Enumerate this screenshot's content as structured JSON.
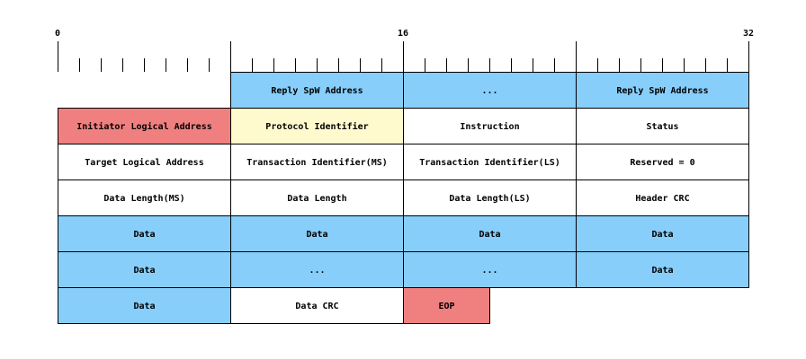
{
  "colors": {
    "blue": "#87cefa",
    "red": "#f08080",
    "yellow": "#fffacd",
    "white": "#ffffff",
    "line": "#000000"
  },
  "ruler": {
    "total_bits": 32,
    "labels": [
      {
        "bit": 0,
        "text": "0"
      },
      {
        "bit": 16,
        "text": "16"
      },
      {
        "bit": 32,
        "text": "32"
      }
    ]
  },
  "rows": [
    [
      {
        "bits": 8,
        "text": "",
        "color": "none",
        "name": "blank-cell"
      },
      {
        "bits": 8,
        "text": "Reply SpW Address",
        "color": "blue",
        "name": "reply-spw-address-cell"
      },
      {
        "bits": 8,
        "text": "...",
        "color": "blue",
        "name": "ellipsis-cell"
      },
      {
        "bits": 8,
        "text": "Reply SpW Address",
        "color": "blue",
        "name": "reply-spw-address-cell"
      }
    ],
    [
      {
        "bits": 8,
        "text": "Initiator Logical Address",
        "color": "red",
        "name": "initiator-logical-address-cell"
      },
      {
        "bits": 8,
        "text": "Protocol Identifier",
        "color": "yellow",
        "name": "protocol-identifier-cell"
      },
      {
        "bits": 8,
        "text": "Instruction",
        "color": "white",
        "name": "instruction-cell"
      },
      {
        "bits": 8,
        "text": "Status",
        "color": "white",
        "name": "status-cell"
      }
    ],
    [
      {
        "bits": 8,
        "text": "Target Logical Address",
        "color": "white",
        "name": "target-logical-address-cell"
      },
      {
        "bits": 8,
        "text": "Transaction Identifier(MS)",
        "color": "white",
        "name": "transaction-identifier-ms-cell"
      },
      {
        "bits": 8,
        "text": "Transaction Identifier(LS)",
        "color": "white",
        "name": "transaction-identifier-ls-cell"
      },
      {
        "bits": 8,
        "text": "Reserved = 0",
        "color": "white",
        "name": "reserved-cell"
      }
    ],
    [
      {
        "bits": 8,
        "text": "Data Length(MS)",
        "color": "white",
        "name": "data-length-ms-cell"
      },
      {
        "bits": 8,
        "text": "Data Length",
        "color": "white",
        "name": "data-length-cell"
      },
      {
        "bits": 8,
        "text": "Data Length(LS)",
        "color": "white",
        "name": "data-length-ls-cell"
      },
      {
        "bits": 8,
        "text": "Header CRC",
        "color": "white",
        "name": "header-crc-cell"
      }
    ],
    [
      {
        "bits": 8,
        "text": "Data",
        "color": "blue",
        "name": "data-cell"
      },
      {
        "bits": 8,
        "text": "Data",
        "color": "blue",
        "name": "data-cell"
      },
      {
        "bits": 8,
        "text": "Data",
        "color": "blue",
        "name": "data-cell"
      },
      {
        "bits": 8,
        "text": "Data",
        "color": "blue",
        "name": "data-cell"
      }
    ],
    [
      {
        "bits": 8,
        "text": "Data",
        "color": "blue",
        "name": "data-cell"
      },
      {
        "bits": 8,
        "text": "...",
        "color": "blue",
        "name": "ellipsis-cell"
      },
      {
        "bits": 8,
        "text": "...",
        "color": "blue",
        "name": "ellipsis-cell"
      },
      {
        "bits": 8,
        "text": "Data",
        "color": "blue",
        "name": "data-cell"
      }
    ],
    [
      {
        "bits": 8,
        "text": "Data",
        "color": "blue",
        "name": "data-cell"
      },
      {
        "bits": 8,
        "text": "Data CRC",
        "color": "white",
        "name": "data-crc-cell"
      },
      {
        "bits": 4,
        "text": "EOP",
        "color": "red",
        "name": "eop-cell"
      }
    ]
  ]
}
